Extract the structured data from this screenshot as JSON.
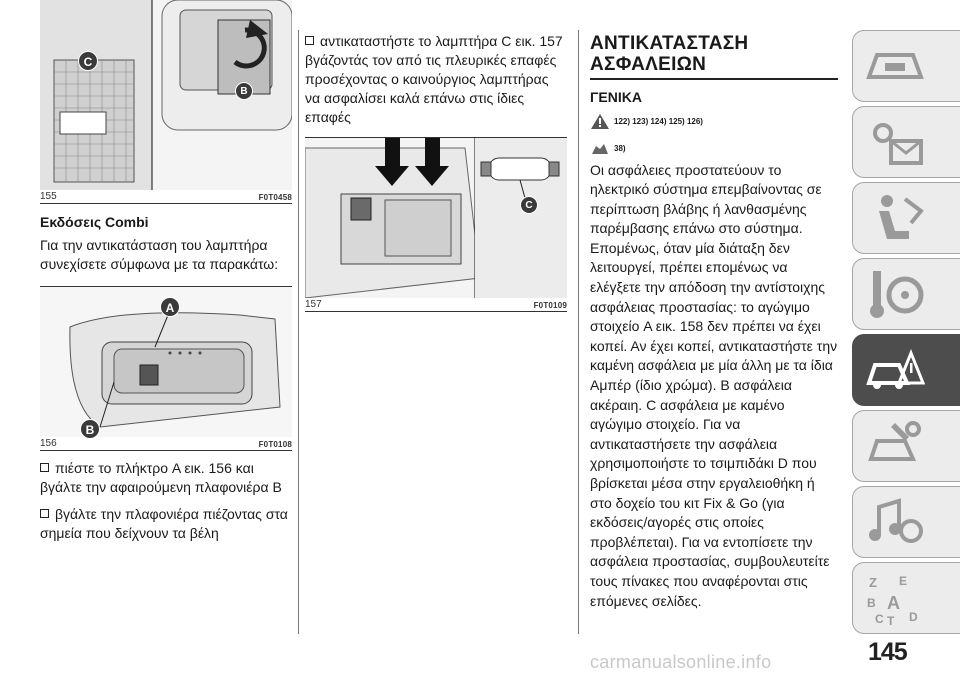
{
  "figures": [
    {
      "number": "155",
      "code": "F0T0458",
      "callouts": [
        "C",
        "B"
      ]
    },
    {
      "number": "156",
      "code": "F0T0108",
      "callouts": [
        "A",
        "B"
      ]
    },
    {
      "number": "157",
      "code": "F0T0109",
      "callouts": [
        "C"
      ]
    }
  ],
  "left": {
    "subtitle": "Εκδόσεις Combi",
    "intro": "Για την αντικατάσταση του λαμπτήρα συνεχίσετε σύμφωνα με τα παρακάτω:",
    "bullet1": "πιέστε το πλήκτρο A εικ. 156 και βγάλτε την αφαιρούμενη πλαφονιέρα B",
    "bullet2": "βγάλτε την πλαφονιέρα πιέζοντας στα σημεία που δείχνουν τα βέλη"
  },
  "middle": {
    "bullet3": "αντικαταστήστε το λαμπτήρα C εικ. 157 βγάζοντάς τον από τις πλευρικές επαφές προσέχοντας ο καινούργιος λαμπτήρας να ασφαλίσει καλά επάνω στις ίδιες επαφές"
  },
  "right": {
    "title_line1": "ΑΝΤΙΚΑΤΑΣΤΑΣΗ",
    "title_line2": "ΑΣΦΑΛΕΙΩΝ",
    "subtitle": "ΓΕΝΙΚΑ",
    "warning_refs": "122) 123) 124) 125) 126)",
    "note_refs": "38)",
    "body": "Οι ασφάλειες προστατεύουν το ηλεκτρικό σύστημα επεμβαίνοντας σε περίπτωση βλάβης ή λανθασμένης παρέμβασης επάνω στο σύστημα. Επομένως, όταν μία διάταξη δεν λειτουργεί, πρέπει επομένως να ελέγξετε την απόδοση την αντίστοιχης ασφάλειας προστασίας: το αγώγιμο στοιχείο A εικ. 158 δεν πρέπει να έχει κοπεί. Αν έχει κοπεί, αντικαταστήστε την καμένη ασφάλεια με μία άλλη με τα ίδια Αμπέρ (ίδιο χρώμα). B ασφάλεια ακέραιη. C ασφάλεια με καμένο αγώγιμο στοιχείο. Για να αντικαταστήσετε την ασφάλεια χρησιμοποιήστε το τσιμπιδάκι D που βρίσκεται μέσα στην εργαλειοθήκη ή στο δοχείο του κιτ Fix & Go (για εκδόσεις/αγορές στις οποίες προβλέπεται). Για να εντοπίσετε την ασφάλεια προστασίας, συμβουλευτείτε τους πίνακες που αναφέρονται στις επόμενες σελίδες."
  },
  "sidebar_icons": [
    "dashboard-icon",
    "lights-icon",
    "seat-safety-icon",
    "key-steering-icon",
    "emergency-icon",
    "wrench-car-icon",
    "music-nav-icon",
    "alphabet-index-icon"
  ],
  "sidebar_index_letters": [
    "Z",
    "E",
    "B",
    "A",
    "C",
    "T",
    "D"
  ],
  "page_number": "145",
  "watermark": "carmanualsonline.info",
  "colors": {
    "callout": "#3a3a3a",
    "active_tab": "#4d4d4d"
  }
}
